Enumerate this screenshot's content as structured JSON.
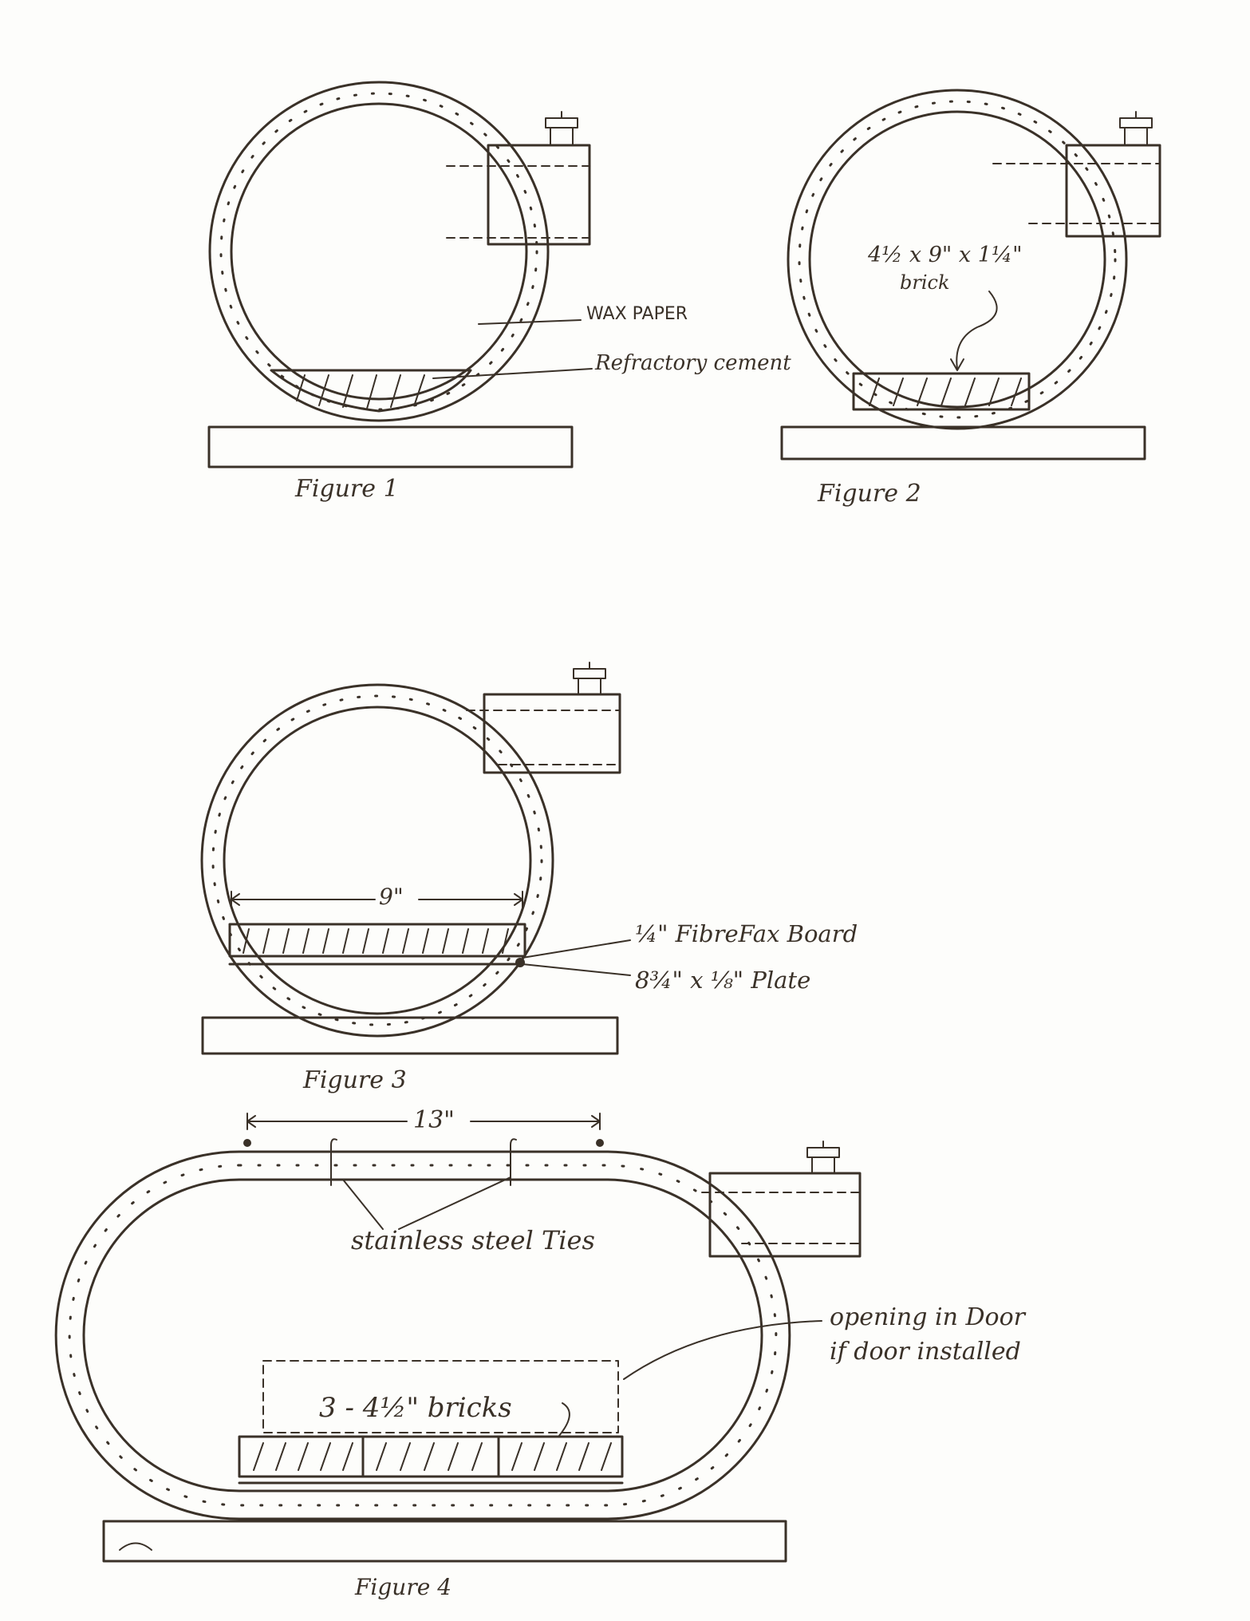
{
  "figures": [
    {
      "caption": "Figure 1",
      "labels": [
        "WAX PAPER",
        "Refractory cement"
      ]
    },
    {
      "caption": "Figure 2",
      "labels": [
        "4½ x 9\" x 1¼\"",
        "brick"
      ]
    },
    {
      "caption": "Figure 3",
      "labels": [
        "9\"",
        "¼\" FibreFax Board",
        "8¾\" x ⅛\" Plate"
      ]
    },
    {
      "caption": "Figure 4",
      "labels": [
        "13\"",
        "stainless steel Ties",
        "3 - 4½\" bricks",
        "opening in Door",
        "if door installed"
      ]
    }
  ]
}
